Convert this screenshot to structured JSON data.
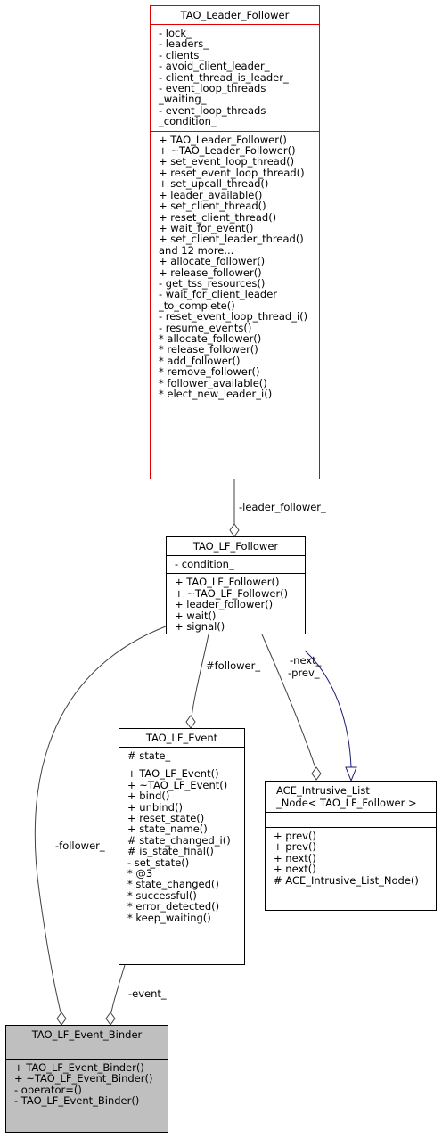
{
  "classes": {
    "leader_follower": {
      "name": "TAO_Leader_Follower",
      "attributes": [
        "- lock_",
        "- leaders_",
        "- clients_",
        "- avoid_client_leader_",
        "- client_thread_is_leader_",
        "- event_loop_threads",
        "_waiting_",
        "- event_loop_threads",
        "_condition_"
      ],
      "methods": [
        "+ TAO_Leader_Follower()",
        "+ ~TAO_Leader_Follower()",
        "+ set_event_loop_thread()",
        "+ reset_event_loop_thread()",
        "+ set_upcall_thread()",
        "+ leader_available()",
        "+ set_client_thread()",
        "+ reset_client_thread()",
        "+ wait_for_event()",
        "+ set_client_leader_thread()",
        "and 12 more...",
        "+ allocate_follower()",
        "+ release_follower()",
        "- get_tss_resources()",
        "- wait_for_client_leader",
        "_to_complete()",
        "- reset_event_loop_thread_i()",
        "- resume_events()",
        "* allocate_follower()",
        "* release_follower()",
        "* add_follower()",
        "* remove_follower()",
        "* follower_available()",
        "* elect_new_leader_i()"
      ]
    },
    "lf_follower": {
      "name": "TAO_LF_Follower",
      "attributes": [
        "- condition_"
      ],
      "methods": [
        "+ TAO_LF_Follower()",
        "+ ~TAO_LF_Follower()",
        "+ leader_follower()",
        "+ wait()",
        "+ signal()"
      ]
    },
    "lf_event": {
      "name": "TAO_LF_Event",
      "attributes": [
        "# state_"
      ],
      "methods": [
        "+ TAO_LF_Event()",
        "+ ~TAO_LF_Event()",
        "+ bind()",
        "+ unbind()",
        "+ reset_state()",
        "+ state_name()",
        "# state_changed_i()",
        "# is_state_final()",
        "- set_state()",
        "* @3",
        "* state_changed()",
        "* successful()",
        "* error_detected()",
        "* keep_waiting()"
      ]
    },
    "intrusive_list_node": {
      "name_lines": [
        "ACE_Intrusive_List",
        "_Node< TAO_LF_Follower >"
      ],
      "attributes": [],
      "methods": [
        "+ prev()",
        "+ prev()",
        "+ next()",
        "+ next()",
        "# ACE_Intrusive_List_Node()"
      ]
    },
    "event_binder": {
      "name": "TAO_LF_Event_Binder",
      "attributes": [],
      "methods": [
        "+ TAO_LF_Event_Binder()",
        "+ ~TAO_LF_Event_Binder()",
        "- operator=()",
        "- TAO_LF_Event_Binder()"
      ]
    }
  },
  "edges": {
    "leader_follower": "-leader_follower_",
    "follower_hash": "#follower_",
    "next_label": "-next_",
    "prev_label": "-prev_",
    "follower_dash": "-follower_",
    "event": "-event_"
  },
  "colors": {
    "highlight_border": "#e00000",
    "inheritance_arrow": "#191970",
    "focus_fill": "#bfbfbf"
  }
}
